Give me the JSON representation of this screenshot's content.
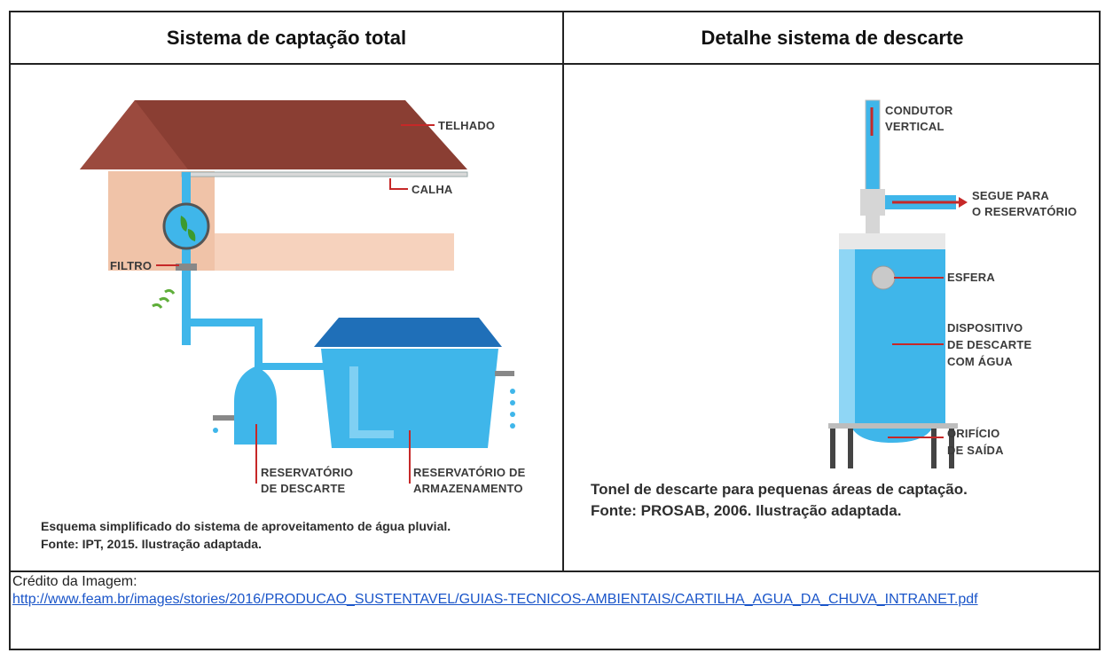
{
  "headers": {
    "left": "Sistema de captação total",
    "right": "Detalhe sistema de descarte"
  },
  "left_diagram": {
    "labels": {
      "telhado": "TELHADO",
      "calha": "CALHA",
      "filtro": "FILTRO",
      "res_descarte_1": "RESERVATÓRIO",
      "res_descarte_2": "DE DESCARTE",
      "res_armaz_1": "RESERVATÓRIO DE",
      "res_armaz_2": "ARMAZENAMENTO"
    },
    "caption_1": "Esquema simplificado do sistema de aproveitamento de água pluvial.",
    "caption_2": "Fonte: IPT, 2015. Ilustração adaptada."
  },
  "right_diagram": {
    "labels": {
      "condutor_1": "CONDUTOR",
      "condutor_2": "VERTICAL",
      "segue_1": "SEGUE PARA",
      "segue_2": "O RESERVATÓRIO",
      "esfera": "ESFERA",
      "dispositivo_1": "DISPOSITIVO",
      "dispositivo_2": "DE DESCARTE",
      "dispositivo_3": "COM ÁGUA",
      "orificio_1": "ORIFÍCIO",
      "orificio_2": "DE SAÍDA"
    },
    "caption_1": "Tonel de descarte para pequenas áreas de captação.",
    "caption_2": "Fonte: PROSAB, 2006. Ilustração adaptada."
  },
  "credit": {
    "label": "Crédito da Imagem:",
    "url": "http://www.feam.br/images/stories/2016/PRODUCAO_SUSTENTAVEL/GUIAS-TECNICOS-AMBIENTAIS/CARTILHA_AGUA_DA_CHUVA_INTRANET.pdf"
  },
  "colors": {
    "roof": "#8a3e33",
    "wall": "#f6d2bd",
    "water": "#3fb6ea",
    "tank": "#2f8fd6",
    "leader": "#c62828"
  }
}
